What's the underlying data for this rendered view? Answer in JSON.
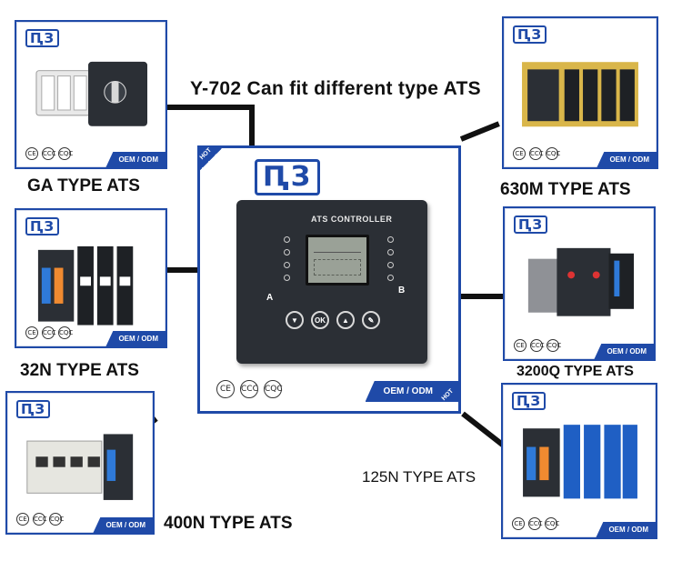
{
  "headline": "Y-702 Can fit different type ATS",
  "brand": "ԤЗ",
  "center": {
    "controller_title": "ATS CONTROLLER",
    "side_a": "A",
    "side_b": "B",
    "oem": "OEM / ODM",
    "hot": "HOT",
    "certs": [
      "CE",
      "CCC",
      "CQC"
    ]
  },
  "cards": {
    "ga": {
      "label": "GA TYPE ATS",
      "oem": "OEM / ODM"
    },
    "n32": {
      "label": "32N TYPE ATS",
      "oem": "OEM / ODM"
    },
    "n400": {
      "label": "400N  TYPE ATS",
      "oem": "OEM / ODM"
    },
    "m630": {
      "label": "630M TYPE ATS",
      "oem": "OEM / ODM"
    },
    "q3200": {
      "label": "3200Q TYPE ATS",
      "oem": "OEM / ODM"
    },
    "n125": {
      "label": "125N  TYPE ATS",
      "oem": "OEM / ODM"
    }
  },
  "small_certs": [
    "CE",
    "CCC",
    "CQC"
  ],
  "colors": {
    "accent": "#1f4aa8",
    "device": "#2b2f35"
  }
}
